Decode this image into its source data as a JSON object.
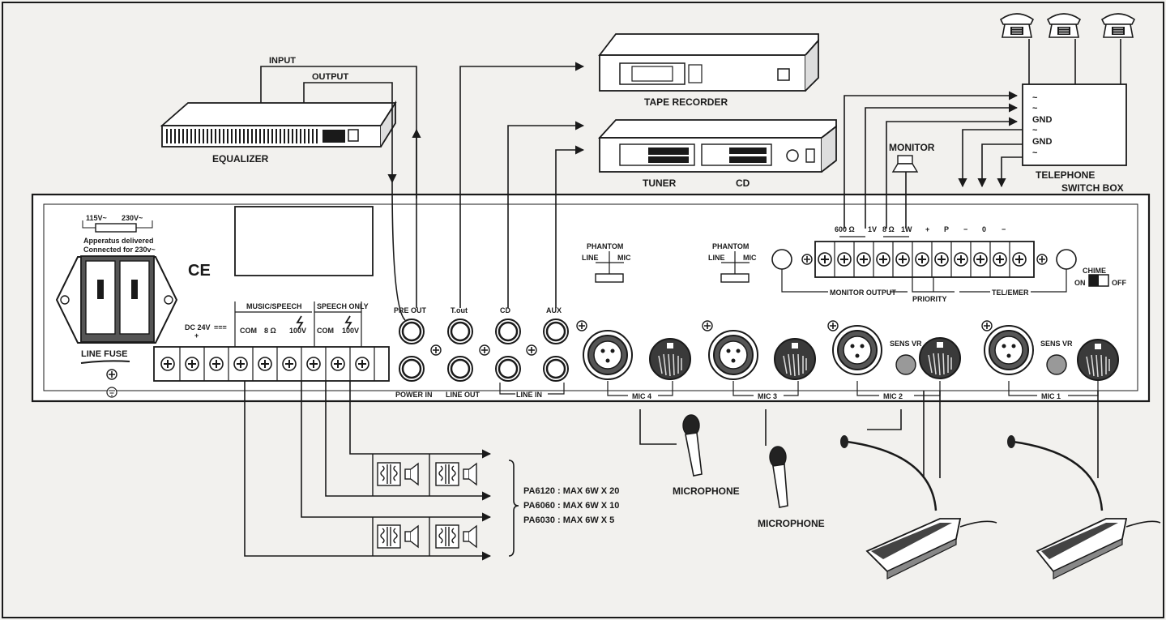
{
  "devices": {
    "equalizer": "EQUALIZER",
    "tape_recorder": "TAPE RECORDER",
    "tuner": "TUNER",
    "cd": "CD",
    "monitor": "MONITOR",
    "telephone_switch_box": [
      "TELEPHONE",
      "SWITCH BOX"
    ],
    "microphone": "MICROPHONE"
  },
  "signal_labels": {
    "input": "INPUT",
    "output": "OUTPUT"
  },
  "telephone_terminals": [
    "~",
    "~",
    "GND",
    "~",
    "GND",
    "~"
  ],
  "power_section": {
    "voltage_115": "115V~",
    "voltage_230": "230V~",
    "apparatus_note": [
      "Apperatus delivered",
      "Connected for 230v~"
    ],
    "ce_mark": "CE",
    "line_fuse": "LINE FUSE",
    "dc_24v": "DC 24V",
    "dc_plus": "+",
    "dc_symbol": "==="
  },
  "speaker_terminals": {
    "music_speech": "MUSIC/SPEECH",
    "speech_only": "SPEECH ONLY",
    "labels": [
      "COM",
      "8 Ω",
      "100V",
      "COM",
      "100V"
    ]
  },
  "jacks": {
    "pre_out": "PRE OUT",
    "t_out": "T.out",
    "cd": "CD",
    "aux": "AUX",
    "power_in": "POWER IN",
    "line_out": "LINE OUT",
    "line_in": "LINE IN"
  },
  "mic_inputs": {
    "phantom": "PHANTOM",
    "line": "LINE",
    "mic": "MIC",
    "sens_vr": "SENS VR",
    "labels": [
      "MIC 4",
      "MIC 3",
      "MIC 2",
      "MIC 1"
    ]
  },
  "monitor_terminals": {
    "labels": [
      "600 Ω",
      "1V",
      "8 Ω",
      "1W",
      "+",
      "P",
      "−",
      "0",
      "−"
    ],
    "monitor_output": "MONITOR OUTPUT",
    "priority": "PRIORITY",
    "tel_emer": "TEL/EMER",
    "chime": "CHIME",
    "on": "ON",
    "off": "OFF"
  },
  "speaker_load_specs": [
    "PA6120 : MAX 6W X 20",
    "PA6060 : MAX 6W X 10",
    "PA6030 : MAX 6W X  5"
  ]
}
